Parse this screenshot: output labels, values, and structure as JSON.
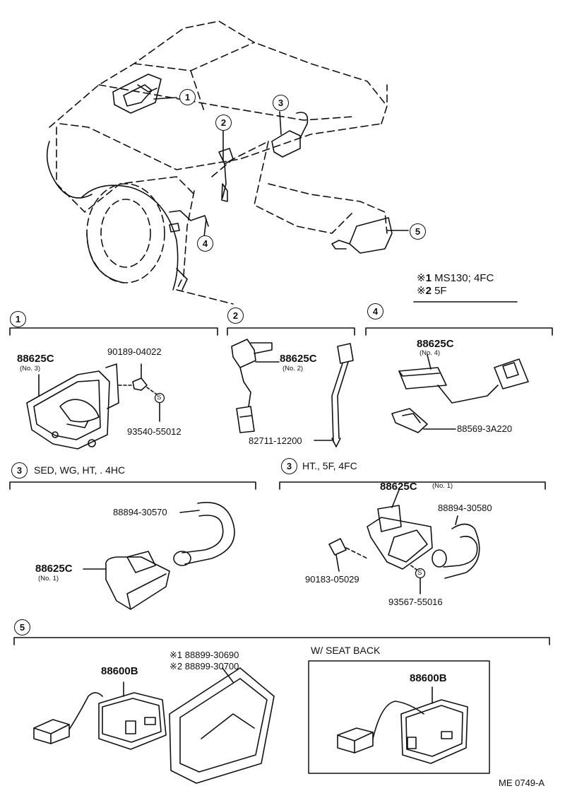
{
  "callouts": [
    "1",
    "2",
    "3",
    "4",
    "5"
  ],
  "legend": {
    "mark": "※",
    "items": [
      {
        "num": "1",
        "text": "MS130; 4FC"
      },
      {
        "num": "2",
        "text": "5F"
      }
    ]
  },
  "sections": {
    "s1": {
      "num": "1",
      "parts": {
        "lamp": "88625C",
        "lamp_sub": "(No. 3)",
        "bolt": "90189-04022",
        "screw": "93540-55012",
        "s_mark": "S"
      }
    },
    "s2": {
      "num": "2",
      "parts": {
        "lamp": "88625C",
        "lamp_sub": "(No. 2)",
        "wire": "82711-12200"
      }
    },
    "s4": {
      "num": "4",
      "parts": {
        "lamp": "88625C",
        "lamp_sub": "(No. 4)",
        "clip": "88569-3A220"
      }
    },
    "s3a": {
      "num": "3",
      "title": "SED, WG, HT, . 4HC",
      "parts": {
        "hose": "88894-30570",
        "lamp": "88625C",
        "lamp_sub": "(No. 1)"
      }
    },
    "s3b": {
      "num": "3",
      "title": "HT., 5F, 4FC",
      "parts": {
        "lamp": "88625C",
        "lamp_sub": "(No. 1)",
        "hose": "88894-30580",
        "clip": "90183-05029",
        "screw": "93567-55016",
        "s_mark": "S"
      }
    },
    "s5": {
      "num": "5",
      "parts": {
        "unit": "88600B",
        "cover1_mark": "※1",
        "cover1": "88899-30690",
        "cover2_mark": "※2",
        "cover2": "88899-30700"
      },
      "seat_back": {
        "title": "W/ SEAT  BACK",
        "unit": "88600B"
      }
    }
  },
  "footer": {
    "code": "ME  0749-A"
  }
}
